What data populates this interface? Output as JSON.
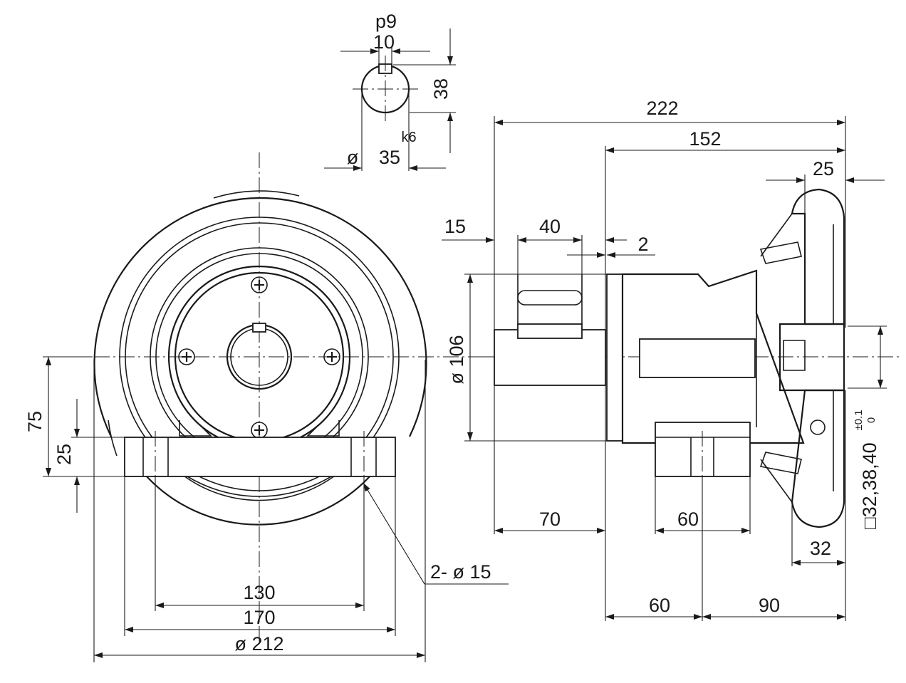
{
  "dimensions": {
    "tol_p9": "p9",
    "key_width": "10",
    "key_depth": "38",
    "shaft_dia_symbol": "ø",
    "shaft_dia": "35",
    "tol_k6": "k6",
    "overall_length": "222",
    "body_length": "152",
    "handwheel_width": "25",
    "shaft_offset": "15",
    "key_length": "40",
    "gap": "2",
    "flange_dia": "ø 106",
    "shaft_length": "70",
    "foot_width": "60",
    "foot_pos": "60",
    "wheel_offset": "90",
    "handwheel_hub": "32",
    "square_bore": "□32,38,40",
    "tol_plus": "±0.1",
    "tol_zero": "0",
    "height_total": "75",
    "foot_height": "25",
    "mount_holes": "2-  ø 15",
    "hole_pitch": "130",
    "base_width": "170",
    "wheel_dia": "ø 212"
  }
}
